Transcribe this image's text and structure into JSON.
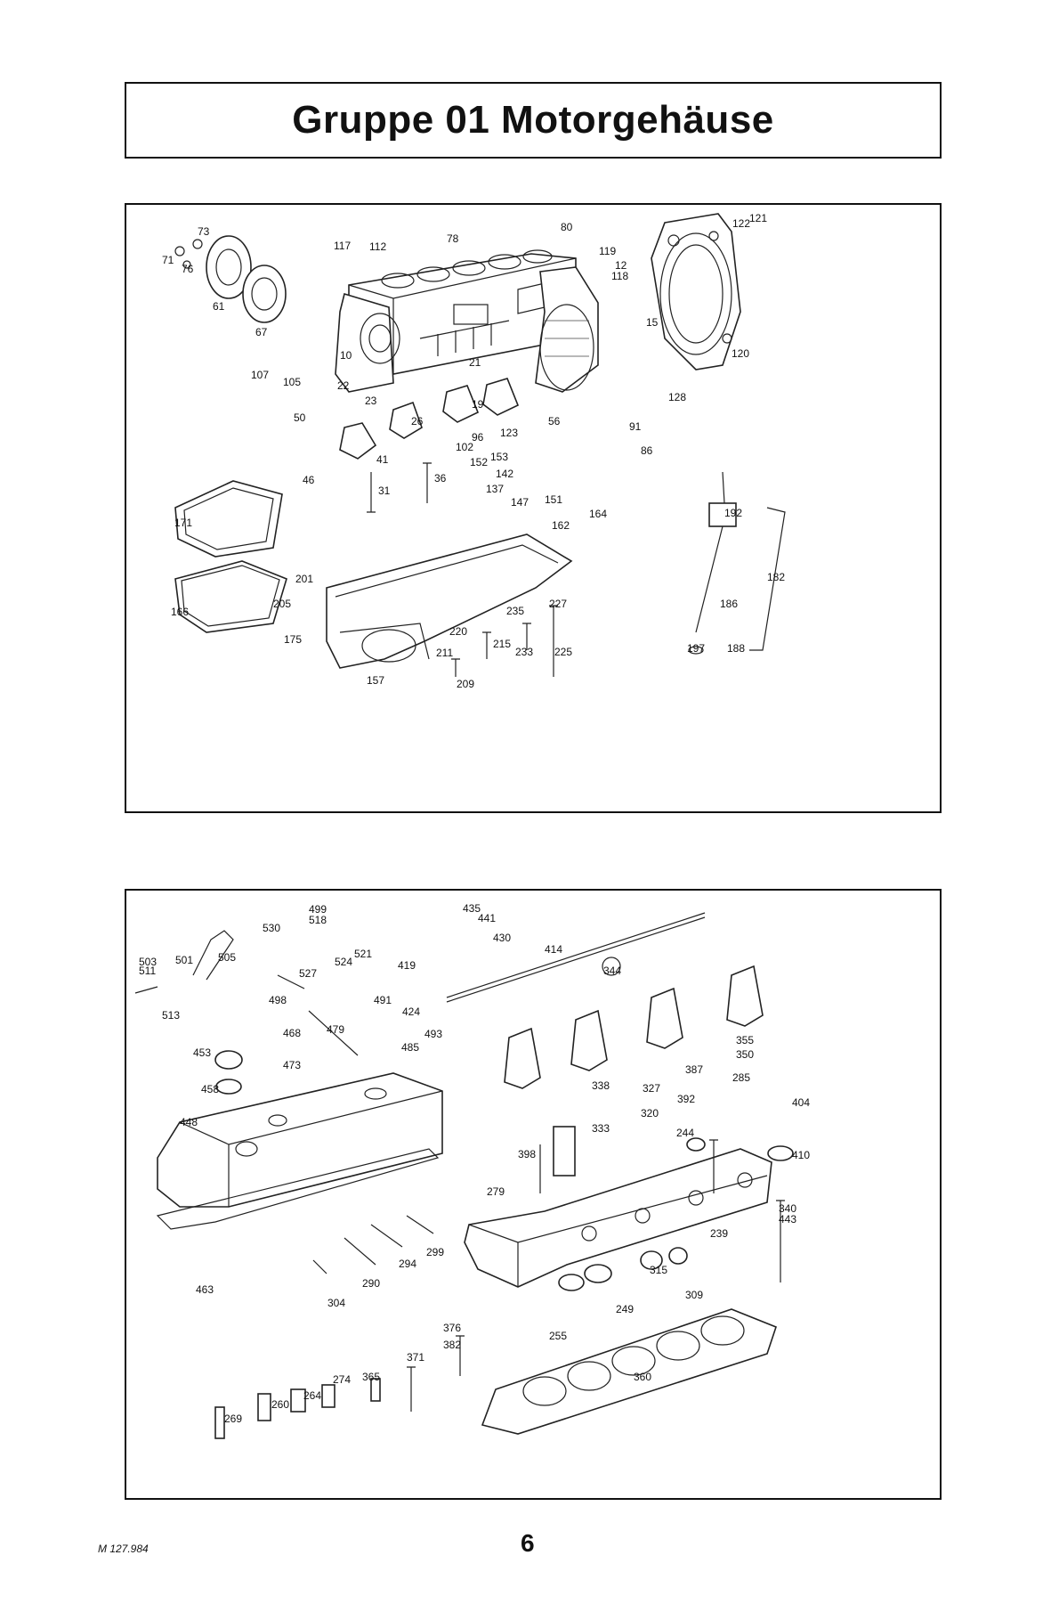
{
  "header": {
    "title": "Gruppe 01 Motorgehäuse"
  },
  "diagram_top": {
    "callouts": [
      "73",
      "71",
      "76",
      "61",
      "67",
      "117",
      "112",
      "78",
      "80",
      "119",
      "12",
      "118",
      "122",
      "121",
      "15",
      "120",
      "107",
      "105",
      "10",
      "22",
      "23",
      "21",
      "19",
      "26",
      "50",
      "128",
      "102",
      "96",
      "123",
      "56",
      "91",
      "86",
      "152",
      "153",
      "142",
      "137",
      "147",
      "151",
      "46",
      "41",
      "36",
      "31",
      "164",
      "162",
      "171",
      "192",
      "201",
      "205",
      "166",
      "175",
      "220",
      "211",
      "209",
      "215",
      "235",
      "227",
      "233",
      "225",
      "157",
      "182",
      "186",
      "197",
      "188"
    ]
  },
  "diagram_bottom": {
    "callouts": [
      "499",
      "518",
      "435",
      "441",
      "430",
      "530",
      "521",
      "524",
      "527",
      "503",
      "511",
      "501",
      "505",
      "419",
      "414",
      "344",
      "498",
      "491",
      "424",
      "513",
      "485",
      "493",
      "479",
      "468",
      "453",
      "355",
      "350",
      "473",
      "387",
      "285",
      "338",
      "327",
      "458",
      "392",
      "404",
      "320",
      "333",
      "244",
      "448",
      "398",
      "410",
      "279",
      "340",
      "443",
      "239",
      "299",
      "463",
      "294",
      "290",
      "315",
      "304",
      "309",
      "249",
      "255",
      "376",
      "382",
      "371",
      "365",
      "274",
      "264",
      "260",
      "269",
      "360"
    ]
  },
  "footer": {
    "code": "M 127.984",
    "page": "6"
  }
}
